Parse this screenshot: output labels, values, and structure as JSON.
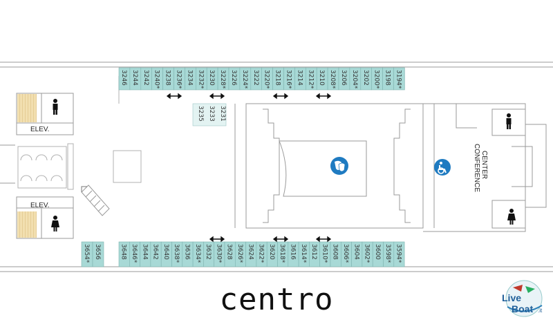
{
  "labels": {
    "elev": "ELEV.",
    "conference_line1": "CONFERENCE",
    "conference_line2": "CENTER",
    "caption": "centro",
    "logo_line1": "Live",
    "logo_line2": "Boat",
    "logo_suffix": ".it"
  },
  "colors": {
    "cabin_fill": "#a8d9d6",
    "cabin_alt_fill": "#e3f3f2",
    "line": "#9a9a9a",
    "icon_blue": "#1f7bc1"
  },
  "icons": [
    "person-icon",
    "wheelchair-icon",
    "theater-masks-icon",
    "stairs-icon"
  ],
  "top_cabins": [
    "3246",
    "3244",
    "3242",
    "3240*",
    "3238",
    "3236*",
    "3234",
    "3232*",
    "3230",
    "3228*",
    "3226",
    "3224*",
    "3222",
    "3220*",
    "3218",
    "3216*",
    "3214",
    "3212*",
    "3210",
    "3208*",
    "3206",
    "3204*",
    "3202",
    "3200*",
    "3198",
    "3194*"
  ],
  "bottom_cabins": [
    "3648",
    "3646*",
    "3644",
    "3642",
    "3640",
    "3638*",
    "3636",
    "3634*",
    "3632",
    "3630*",
    "3628",
    "3626*",
    "3624",
    "3622*",
    "3620",
    "3618*",
    "3616",
    "3614*",
    "3612",
    "3610*",
    "3608",
    "3606*",
    "3604",
    "3602*",
    "3600",
    "3598*",
    "3594*"
  ],
  "left_cabins": [
    "3654*",
    "3656"
  ],
  "middle_cabins": [
    "3231",
    "3233",
    "3235"
  ]
}
